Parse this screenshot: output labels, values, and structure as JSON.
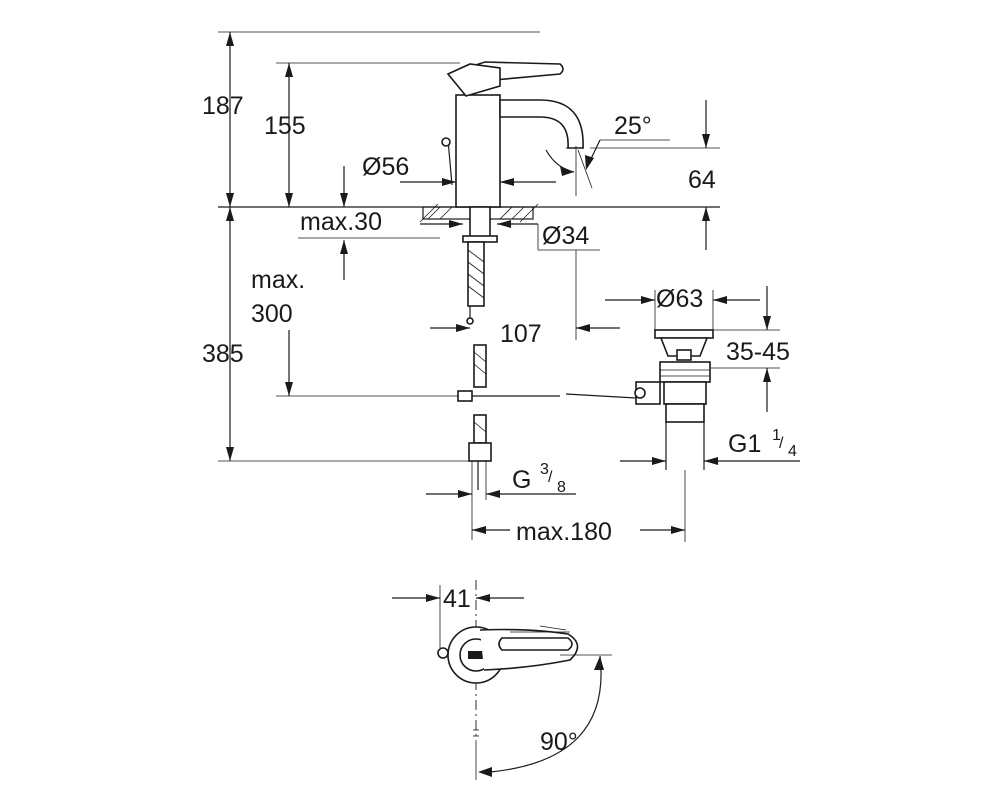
{
  "dimensions": {
    "h187": "187",
    "h155": "155",
    "angle25": "25°",
    "h64": "64",
    "d56": "Ø56",
    "max30": "max.30",
    "d34": "Ø34",
    "max300_line1": "max.",
    "max300_line2": "300",
    "w107": "107",
    "d63": "Ø63",
    "h35_45": "35-45",
    "h385": "385",
    "g114_main": "G1",
    "g114_num": "1",
    "g114_den": "4",
    "g38_main": "G",
    "g38_num": "3",
    "g38_den": "8",
    "max180": "max.180",
    "w41": "41",
    "angle90": "90°"
  }
}
